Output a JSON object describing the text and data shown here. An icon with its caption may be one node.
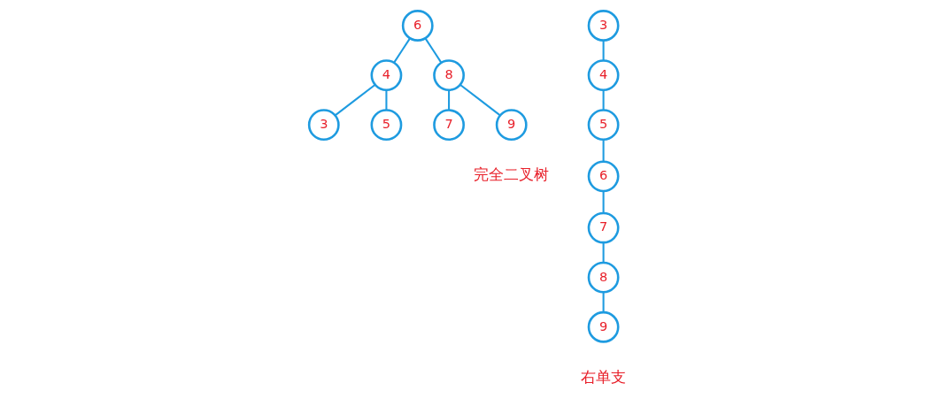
{
  "diagram": {
    "nodes": [
      {
        "text": [
          "6"
        ]
      },
      {
        "text": [
          "4"
        ]
      },
      {
        "text": [
          "8"
        ]
      },
      {
        "text": [
          "3"
        ]
      },
      {
        "text": [
          "5"
        ]
      },
      {
        "text": [
          "7"
        ]
      },
      {
        "text": [
          "9"
        ]
      },
      {
        "text": [
          "3"
        ]
      },
      {
        "text": [
          "4"
        ]
      },
      {
        "text": [
          "5"
        ]
      },
      {
        "text": [
          "6"
        ]
      },
      {
        "text": [
          "7"
        ]
      },
      {
        "text": [
          "8"
        ]
      },
      {
        "text": [
          "9"
        ]
      }
    ],
    "edges": [
      {
        "from": 0,
        "to": 1,
        "arrow": "none"
      },
      {
        "from": 0,
        "to": 2,
        "arrow": "none"
      },
      {
        "from": 1,
        "to": 3,
        "arrow": "none"
      },
      {
        "from": 1,
        "to": 4,
        "arrow": "none"
      },
      {
        "from": 2,
        "to": 5,
        "arrow": "none"
      },
      {
        "from": 2,
        "to": 6,
        "arrow": "none"
      },
      {
        "from": 7,
        "to": 8,
        "arrow": "none"
      },
      {
        "from": 8,
        "to": 9,
        "arrow": "none"
      },
      {
        "from": 9,
        "to": 10,
        "arrow": "none"
      },
      {
        "from": 10,
        "to": 11,
        "arrow": "none"
      },
      {
        "from": 11,
        "to": 12,
        "arrow": "none"
      },
      {
        "from": 12,
        "to": 13,
        "arrow": "none"
      }
    ],
    "labels": [
      "完全二叉树",
      "右单支"
    ]
  }
}
